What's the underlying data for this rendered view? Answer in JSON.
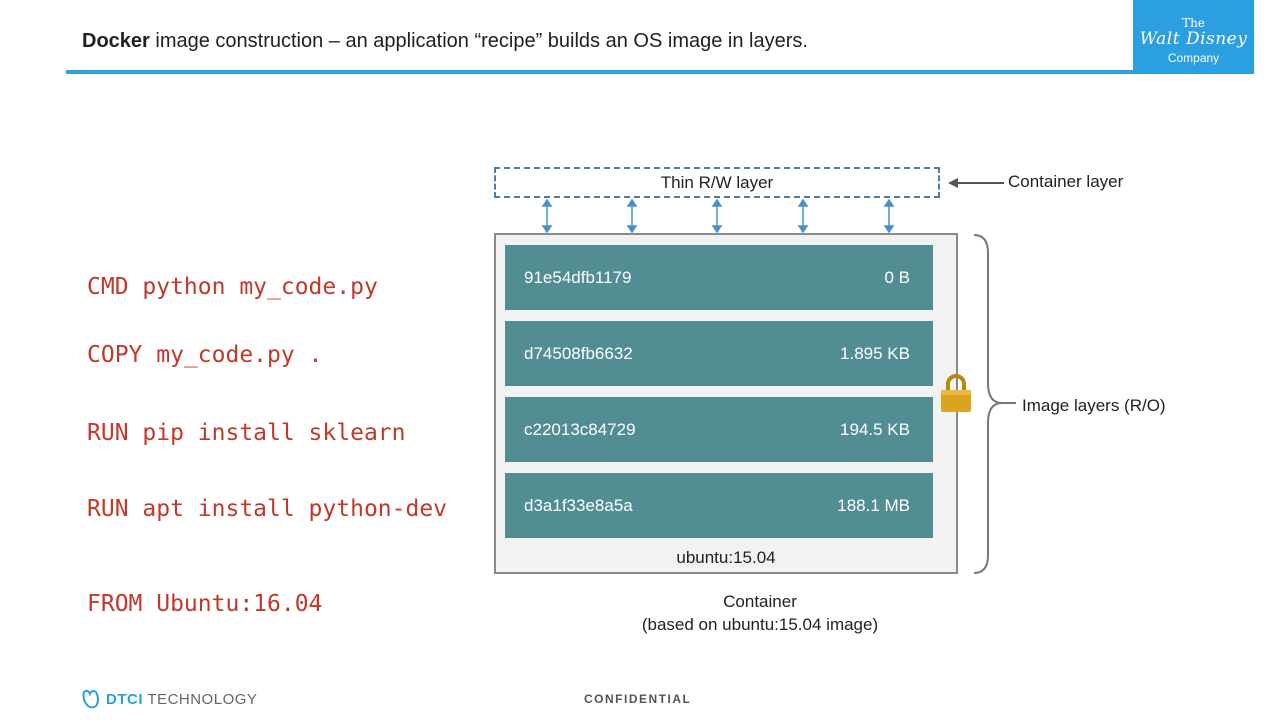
{
  "header": {
    "title_bold": "Docker",
    "title_rest": " image construction – an application “recipe” builds an OS image in layers.",
    "logo_the": "The",
    "logo_name": "Walt Disney",
    "logo_company": "Company",
    "accent_color": "#2fa1df"
  },
  "recipe": {
    "commands": [
      "CMD python my_code.py",
      "COPY my_code.py .",
      "RUN pip install sklearn",
      "RUN apt install python-dev",
      "FROM Ubuntu:16.04"
    ],
    "color": "#c0392b"
  },
  "diagram": {
    "rw_layer": "Thin R/W layer",
    "container_layer_label": "Container layer",
    "layers": [
      {
        "id": "91e54dfb1179",
        "size": "0 B"
      },
      {
        "id": "d74508fb6632",
        "size": "1.895 KB"
      },
      {
        "id": "c22013c84729",
        "size": "194.5 KB"
      },
      {
        "id": "d3a1f33e8a5a",
        "size": "188.1 MB"
      }
    ],
    "base_image": "ubuntu:15.04",
    "image_layers_label": "Image layers (R/O)",
    "caption_line1": "Container",
    "caption_line2": "(based on ubuntu:15.04 image)",
    "layer_color": "#528d93",
    "lock_icon": "lock-icon"
  },
  "footer": {
    "brand_bold": "DTCI",
    "brand_rest": " TECHNOLOGY",
    "confidential": "CONFIDENTIAL"
  }
}
